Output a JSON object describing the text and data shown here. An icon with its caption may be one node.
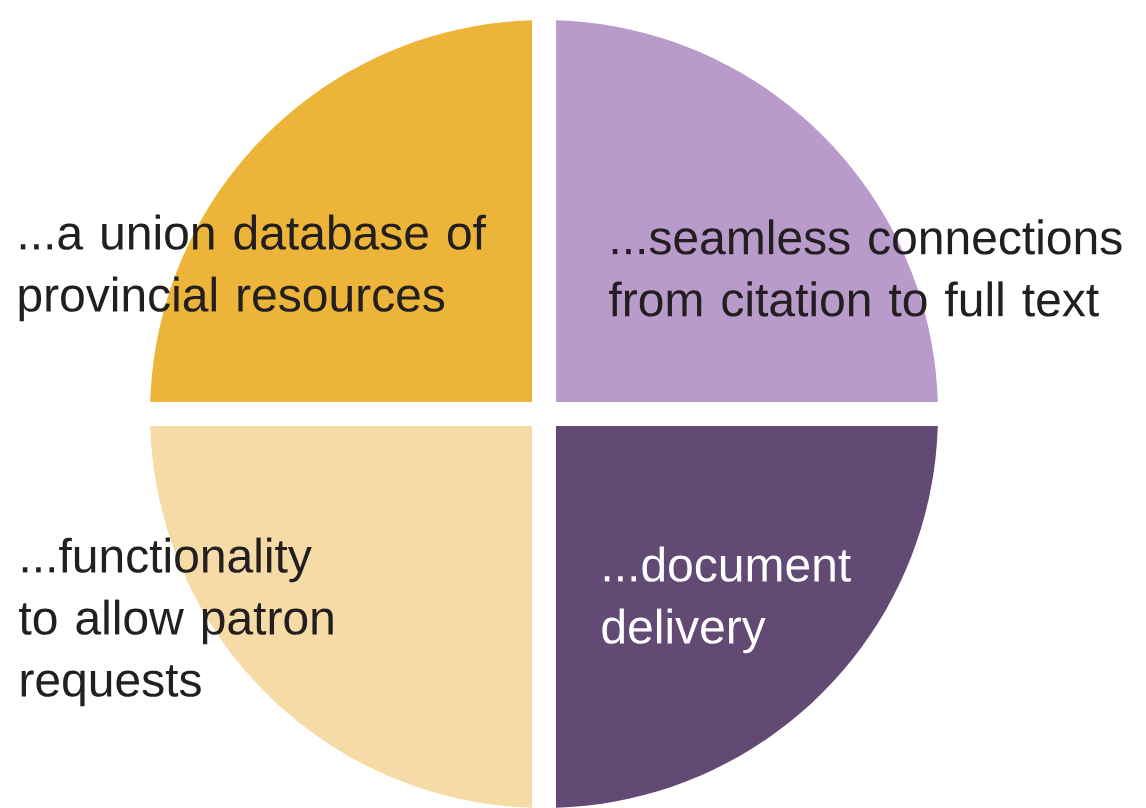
{
  "diagram": {
    "nodes": [
      {
        "text": [
          "...a union database of provincial resources"
        ]
      },
      {
        "text": [
          "...seamless connections from citation to full text"
        ]
      },
      {
        "text": [
          "...functionality to allow patron requests"
        ]
      },
      {
        "text": [
          "...document delivery"
        ]
      }
    ]
  }
}
